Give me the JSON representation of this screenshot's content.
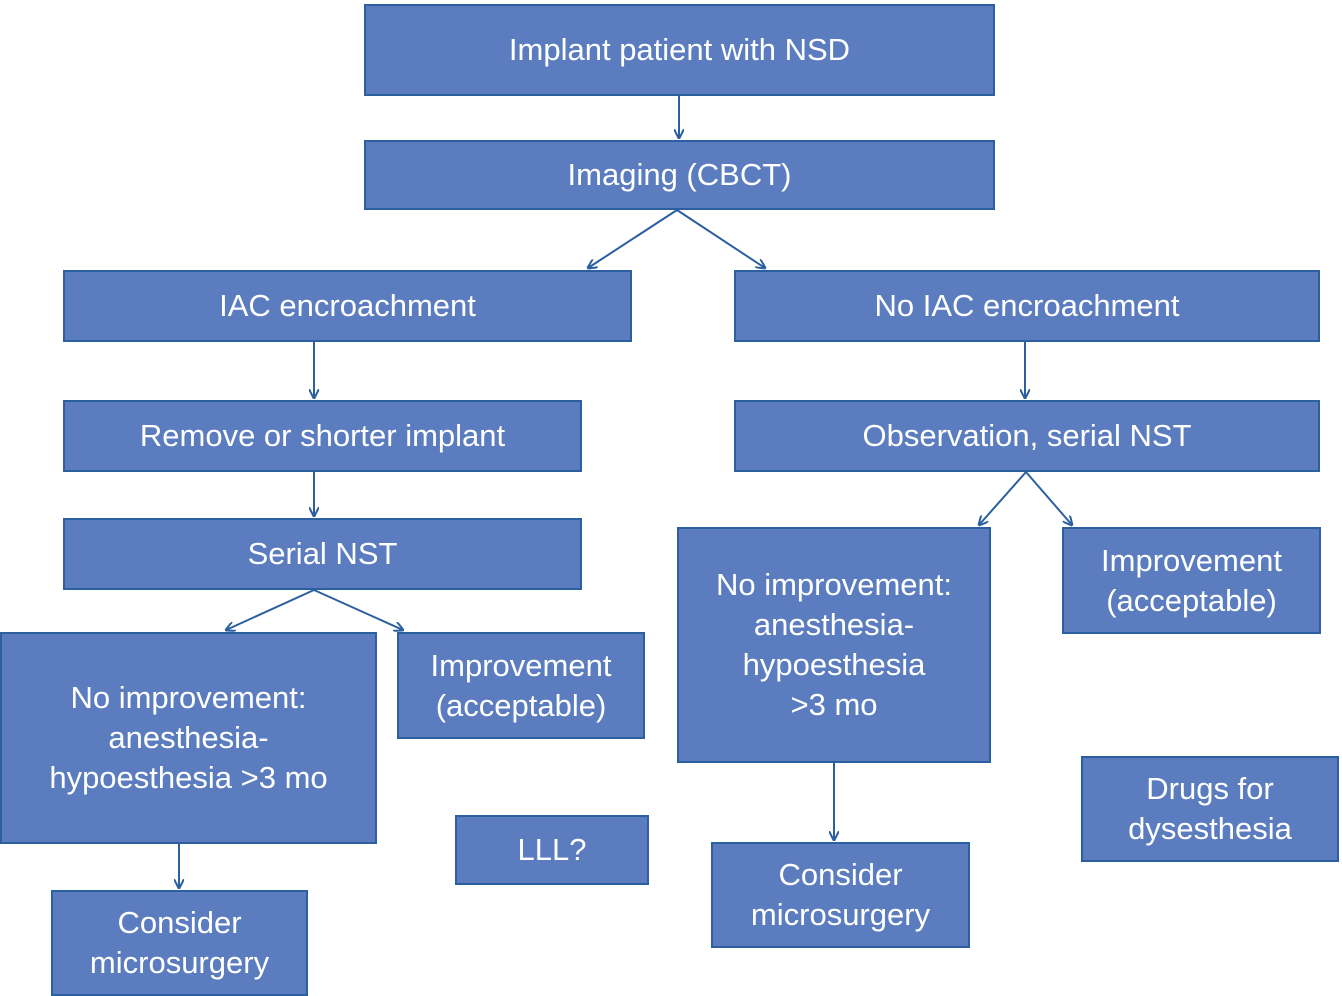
{
  "diagram": {
    "nodes": {
      "implant": "Implant patient with NSD",
      "imaging": "Imaging (CBCT)",
      "iac": "IAC encroachment",
      "no_iac": "No IAC encroachment",
      "remove": "Remove or shorter implant",
      "observation": "Observation, serial NST",
      "serial_nst": "Serial NST",
      "no_improvement_left": [
        "No improvement:",
        "anesthesia-",
        "hypoesthesia >3 mo"
      ],
      "improvement_left": [
        "Improvement",
        "(acceptable)"
      ],
      "no_improvement_right": [
        "No improvement:",
        "anesthesia-",
        "hypoesthesia",
        ">3 mo"
      ],
      "improvement_right": [
        "Improvement",
        "(acceptable)"
      ],
      "lll": "LLL?",
      "microsurgery_left": [
        "Consider",
        "microsurgery"
      ],
      "microsurgery_right": [
        "Consider",
        "microsurgery"
      ],
      "drugs": [
        "Drugs for",
        "dysesthesia"
      ]
    },
    "edges": [
      [
        "implant",
        "imaging"
      ],
      [
        "imaging",
        "iac"
      ],
      [
        "imaging",
        "no_iac"
      ],
      [
        "iac",
        "remove"
      ],
      [
        "no_iac",
        "observation"
      ],
      [
        "remove",
        "serial_nst"
      ],
      [
        "serial_nst",
        "no_improvement_left"
      ],
      [
        "serial_nst",
        "improvement_left"
      ],
      [
        "observation",
        "no_improvement_right"
      ],
      [
        "observation",
        "improvement_right"
      ],
      [
        "no_improvement_left",
        "microsurgery_left"
      ],
      [
        "no_improvement_right",
        "microsurgery_right"
      ]
    ],
    "colors": {
      "box_fill": "#5b7dc0",
      "box_border": "#2b5fa0",
      "arrow": "#2b5fa0",
      "text": "#ffffff"
    }
  }
}
